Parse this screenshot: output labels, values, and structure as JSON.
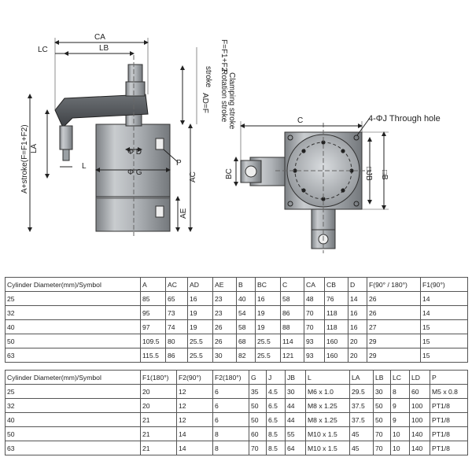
{
  "drawing": {
    "side_view": {
      "CA": "CA",
      "LC": "LC",
      "LB": "LB",
      "F1_F2": "F=F1+F2",
      "clamping_stroke": "Clamping stroke",
      "rotation_stroke": "Rotation stroke",
      "AD_F": "AD=F",
      "stroke": "stroke",
      "LA": "LA",
      "L": "L",
      "A_label": "A+stroke(F=F1+F2)",
      "D": "Φ D",
      "G": "Φ G",
      "P": "P",
      "AC": "AC",
      "AE": "AE"
    },
    "top_view": {
      "C": "C",
      "through_hole": "4-ΦJ Through hole",
      "BC": "BC",
      "JB": "□JB",
      "B": "□B"
    }
  },
  "table1": {
    "headers": [
      "Cylinder Diameter(mm)/Symbol",
      "A",
      "AC",
      "AD",
      "AE",
      "B",
      "BC",
      "C",
      "CA",
      "CB",
      "D",
      "F(90° / 180°)",
      "F1(90°)"
    ],
    "rows": [
      [
        "25",
        "85",
        "65",
        "16",
        "23",
        "40",
        "16",
        "58",
        "48",
        "76",
        "14",
        "26",
        "14"
      ],
      [
        "32",
        "95",
        "73",
        "19",
        "23",
        "54",
        "19",
        "86",
        "70",
        "118",
        "16",
        "26",
        "14"
      ],
      [
        "40",
        "97",
        "74",
        "19",
        "26",
        "58",
        "19",
        "88",
        "70",
        "118",
        "16",
        "27",
        "15"
      ],
      [
        "50",
        "109.5",
        "80",
        "25.5",
        "26",
        "68",
        "25.5",
        "114",
        "93",
        "160",
        "20",
        "29",
        "15"
      ],
      [
        "63",
        "115.5",
        "86",
        "25.5",
        "30",
        "82",
        "25.5",
        "121",
        "93",
        "160",
        "20",
        "29",
        "15"
      ]
    ]
  },
  "table2": {
    "headers": [
      "Cylinder Diameter(mm)/Symbol",
      "F1(180°)",
      "F2(90°)",
      "F2(180°)",
      "G",
      "J",
      "JB",
      "L",
      "LA",
      "LB",
      "LC",
      "LD",
      "P"
    ],
    "rows": [
      [
        "25",
        "20",
        "12",
        "6",
        "35",
        "4.5",
        "30",
        "M6 x 1.0",
        "29.5",
        "30",
        "8",
        "60",
        "M5 x 0.8"
      ],
      [
        "32",
        "20",
        "12",
        "6",
        "50",
        "6.5",
        "44",
        "M8 x 1.25",
        "37.5",
        "50",
        "9",
        "100",
        "PT1/8"
      ],
      [
        "40",
        "21",
        "12",
        "6",
        "50",
        "6.5",
        "44",
        "M8 x 1.25",
        "37.5",
        "50",
        "9",
        "100",
        "PT1/8"
      ],
      [
        "50",
        "21",
        "14",
        "8",
        "60",
        "8.5",
        "55",
        "M10 x 1.5",
        "45",
        "70",
        "10",
        "140",
        "PT1/8"
      ],
      [
        "63",
        "21",
        "14",
        "8",
        "70",
        "8.5",
        "64",
        "M10 x 1.5",
        "45",
        "70",
        "10",
        "140",
        "PT1/8"
      ]
    ]
  }
}
